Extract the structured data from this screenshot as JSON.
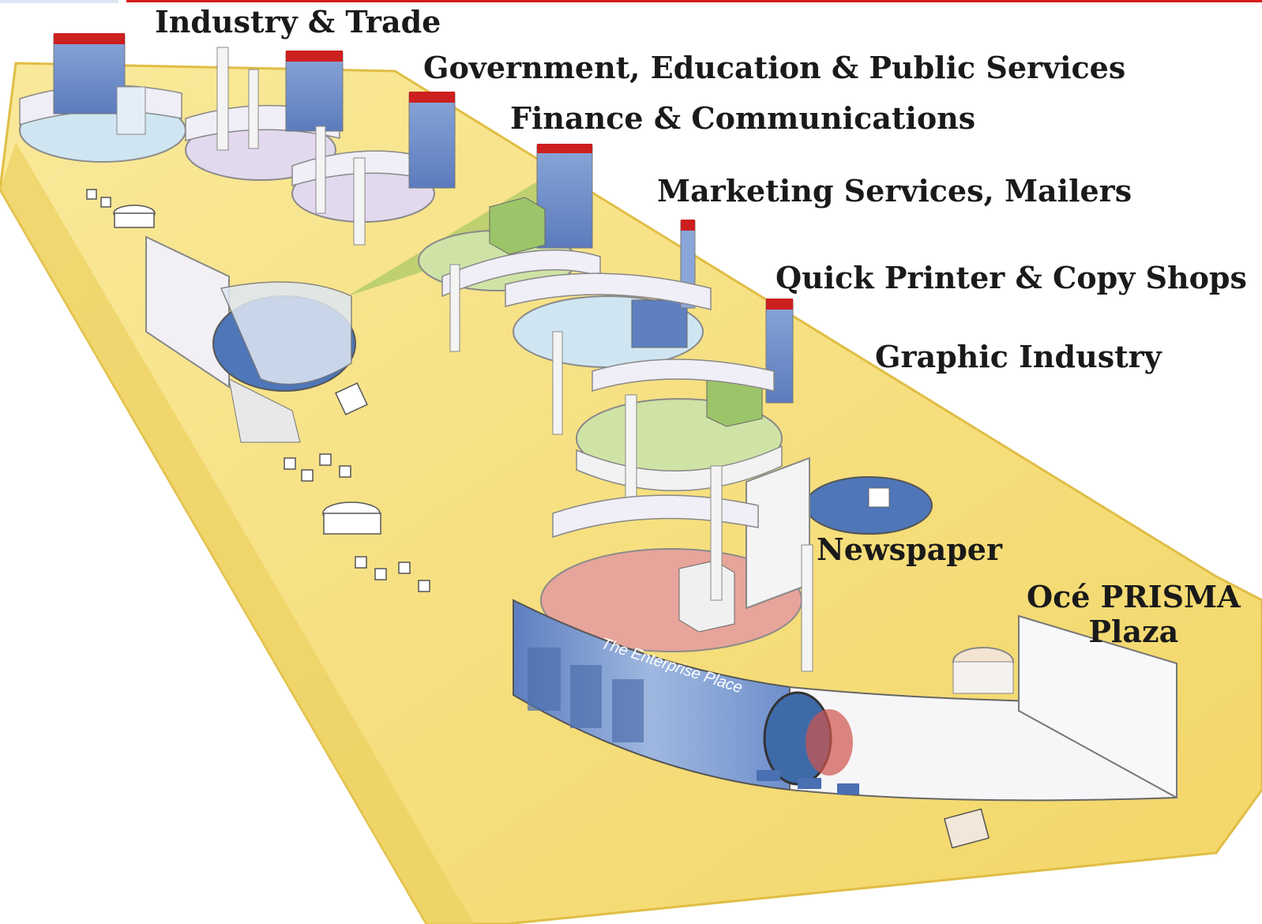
{
  "labels": {
    "industry_trade": "Industry & Trade",
    "government": "Government, Education & Public Services",
    "finance": "Finance & Communications",
    "marketing": "Marketing Services, Mailers",
    "quick_printer": "Quick Printer & Copy Shops",
    "graphic": "Graphic Industry",
    "newspaper": "Newspaper",
    "oce_line1": "Océ PRISMA",
    "oce_line2": "Plaza"
  },
  "signage": {
    "enterprise_place": "The Enterprise Place"
  },
  "colors": {
    "floor": "#f7e07a",
    "floor_edge": "#e8c84a",
    "banner_red": "#cc1f1f",
    "wall_blue": "#7f9fd0",
    "pale_blue_area": "#cfe6f2",
    "lilac_area": "#e2d9ee",
    "green_area": "#cfe3a6",
    "red_area": "#e7a49a",
    "dark_blue_area": "#4e76b8",
    "top_rule": "#d61a1a"
  }
}
